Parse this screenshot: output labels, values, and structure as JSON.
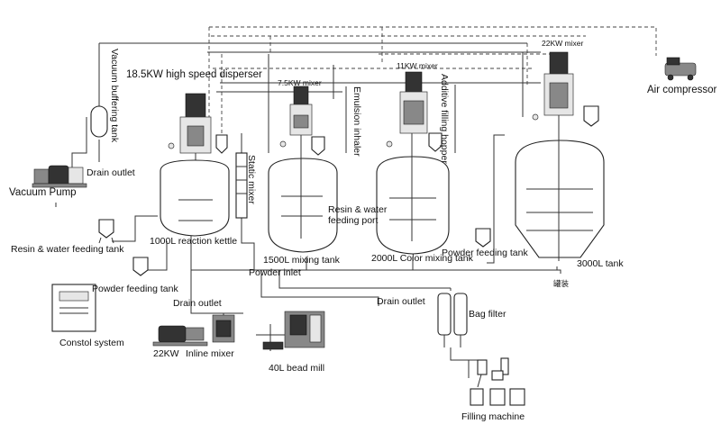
{
  "labels": {
    "vacuum_buffering_tank": "Vacuum buffering tank",
    "disperser": "18.5KW high speed disperser",
    "mixer_7_5": "7.5KW mixer",
    "emulsion_inhaler": "Emulsion inhaler",
    "mixer_11": "11KW mixer",
    "additive_hopper": "Additive filling hopper",
    "mixer_22_top": "22KW mixer",
    "air_compressor": "Air compressor",
    "drain_outlet_1": "Drain outlet",
    "vacuum_pump": "Vacuum Pump",
    "static_mixer": "Static mixer",
    "resin_water_port": "Resin & water feeding port",
    "resin_water_tank": "Resin & water feeding tank",
    "reaction_kettle": "1000L reaction kettle",
    "mixing_tank_1500": "1500L mixing tank",
    "color_tank_2000": "2000L Color mixing tank",
    "powder_tank_right": "Powder feeding tank",
    "tank_3000": "3000L tank",
    "powder_inlet": "Powder inlet",
    "powder_tank_left": "Powder feeding tank",
    "drain_outlet_2": "Drain outlet",
    "drain_outlet_3": "Drain outlet",
    "bag_filter": "Bag filter",
    "control_system": "Constol system",
    "inline_mixer_kw": "22KW",
    "inline_mixer": "Inline mixer",
    "bead_mill": "40L bead mill",
    "filling_machine": "Filling machine",
    "tank_marker": "罐装"
  }
}
